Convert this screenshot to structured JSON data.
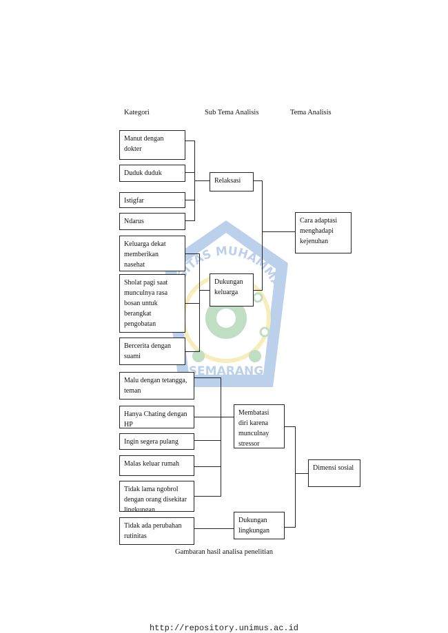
{
  "headers": {
    "kategori": "Kategori",
    "sub_tema": "Sub Tema Analisis",
    "tema": "Tema Analisis"
  },
  "kategori": [
    "Manut dengan dokter",
    "Duduk duduk",
    "Istigfar",
    "Ndarus",
    "Keluarga dekat memberikan nasehat",
    "Sholat pagi saat munculnya rasa bosan untuk berangkat pengobatan",
    "Bercerita dengan suami",
    "Malu dengan tetangga, teman",
    "Hanya Chating dengan HP",
    "Ingin segera pulang",
    "Malas keluar rumah",
    "Tidak lama ngobrol dengan orang disekitar lingkungan",
    "Tidak ada perubahan rutinitas"
  ],
  "sub_tema": [
    "Relaksasi",
    "Dukungan keluarga",
    "Membatasi diri karena munculnay stressor",
    "Dukungan lingkungan"
  ],
  "tema": [
    "Cara adaptasi menghadapi kejenuhan",
    "Dimensi sosial"
  ],
  "watermark": {
    "top_text": "UNIVERSITAS MUHAMMADIYAH",
    "bottom_text": "SEMARANG",
    "colors": {
      "blue": "#2f6fc4",
      "yellow": "#e8c832",
      "green": "#3a9a48"
    }
  },
  "caption": "Gambaran hasil analisa penelitian",
  "footer": "http://repository.unimus.ac.id"
}
